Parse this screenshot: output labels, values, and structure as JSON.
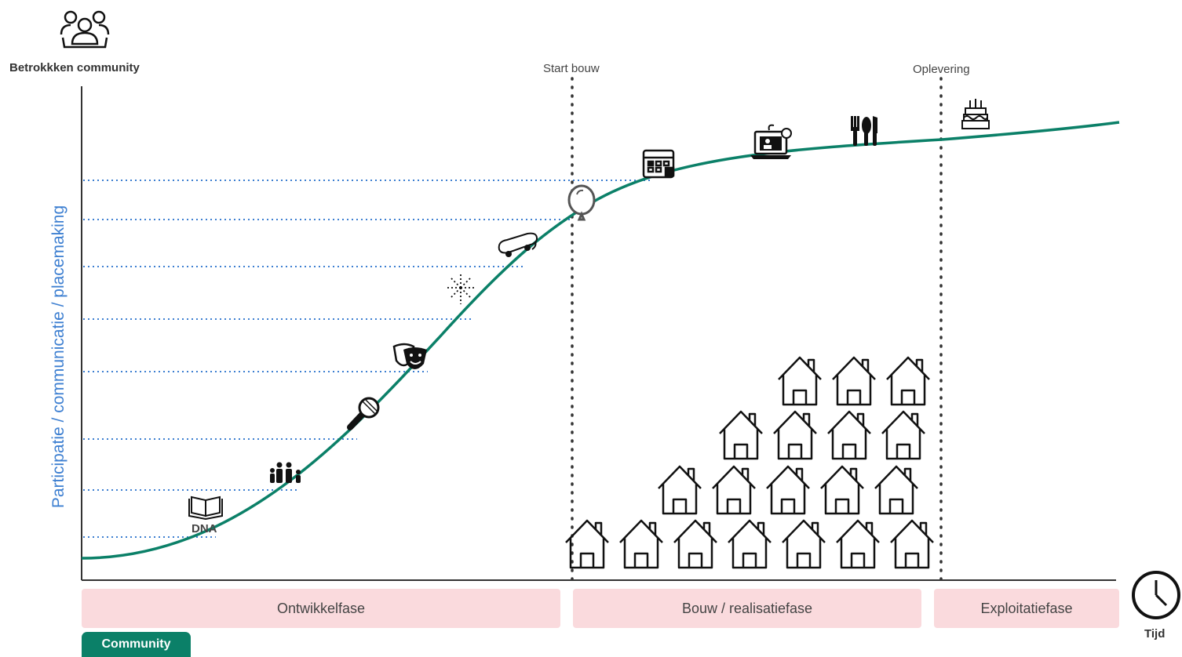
{
  "community_title": "Betrokkken community",
  "milestones": {
    "start_bouw": "Start bouw",
    "oplevering": "Oplevering"
  },
  "y_axis_label": "Participatie / communicatie / placemaking",
  "x_axis_label": "Tijd",
  "phases": {
    "ontwikkel": "Ontwikkelfase",
    "bouw": "Bouw / realisatiefase",
    "exploitatie": "Exploitatiefase"
  },
  "community_badge": "Community",
  "dna_label": "DNA",
  "colors": {
    "curve": "#0b8068",
    "axis_label": "#3d7fd1",
    "gridlines": "#3d7fd1",
    "phase_bg": "#fadadd",
    "badge": "#0b8068"
  },
  "curve_icons": [
    "book-icon",
    "family-icon",
    "microphone-icon",
    "theatre-masks-icon",
    "fireworks-icon",
    "skateboard-icon",
    "balloon-icon",
    "calendar-icon",
    "laptop-icon",
    "cutlery-icon",
    "birthday-cake-icon"
  ],
  "houses_per_row": [
    7,
    5,
    4,
    3
  ]
}
